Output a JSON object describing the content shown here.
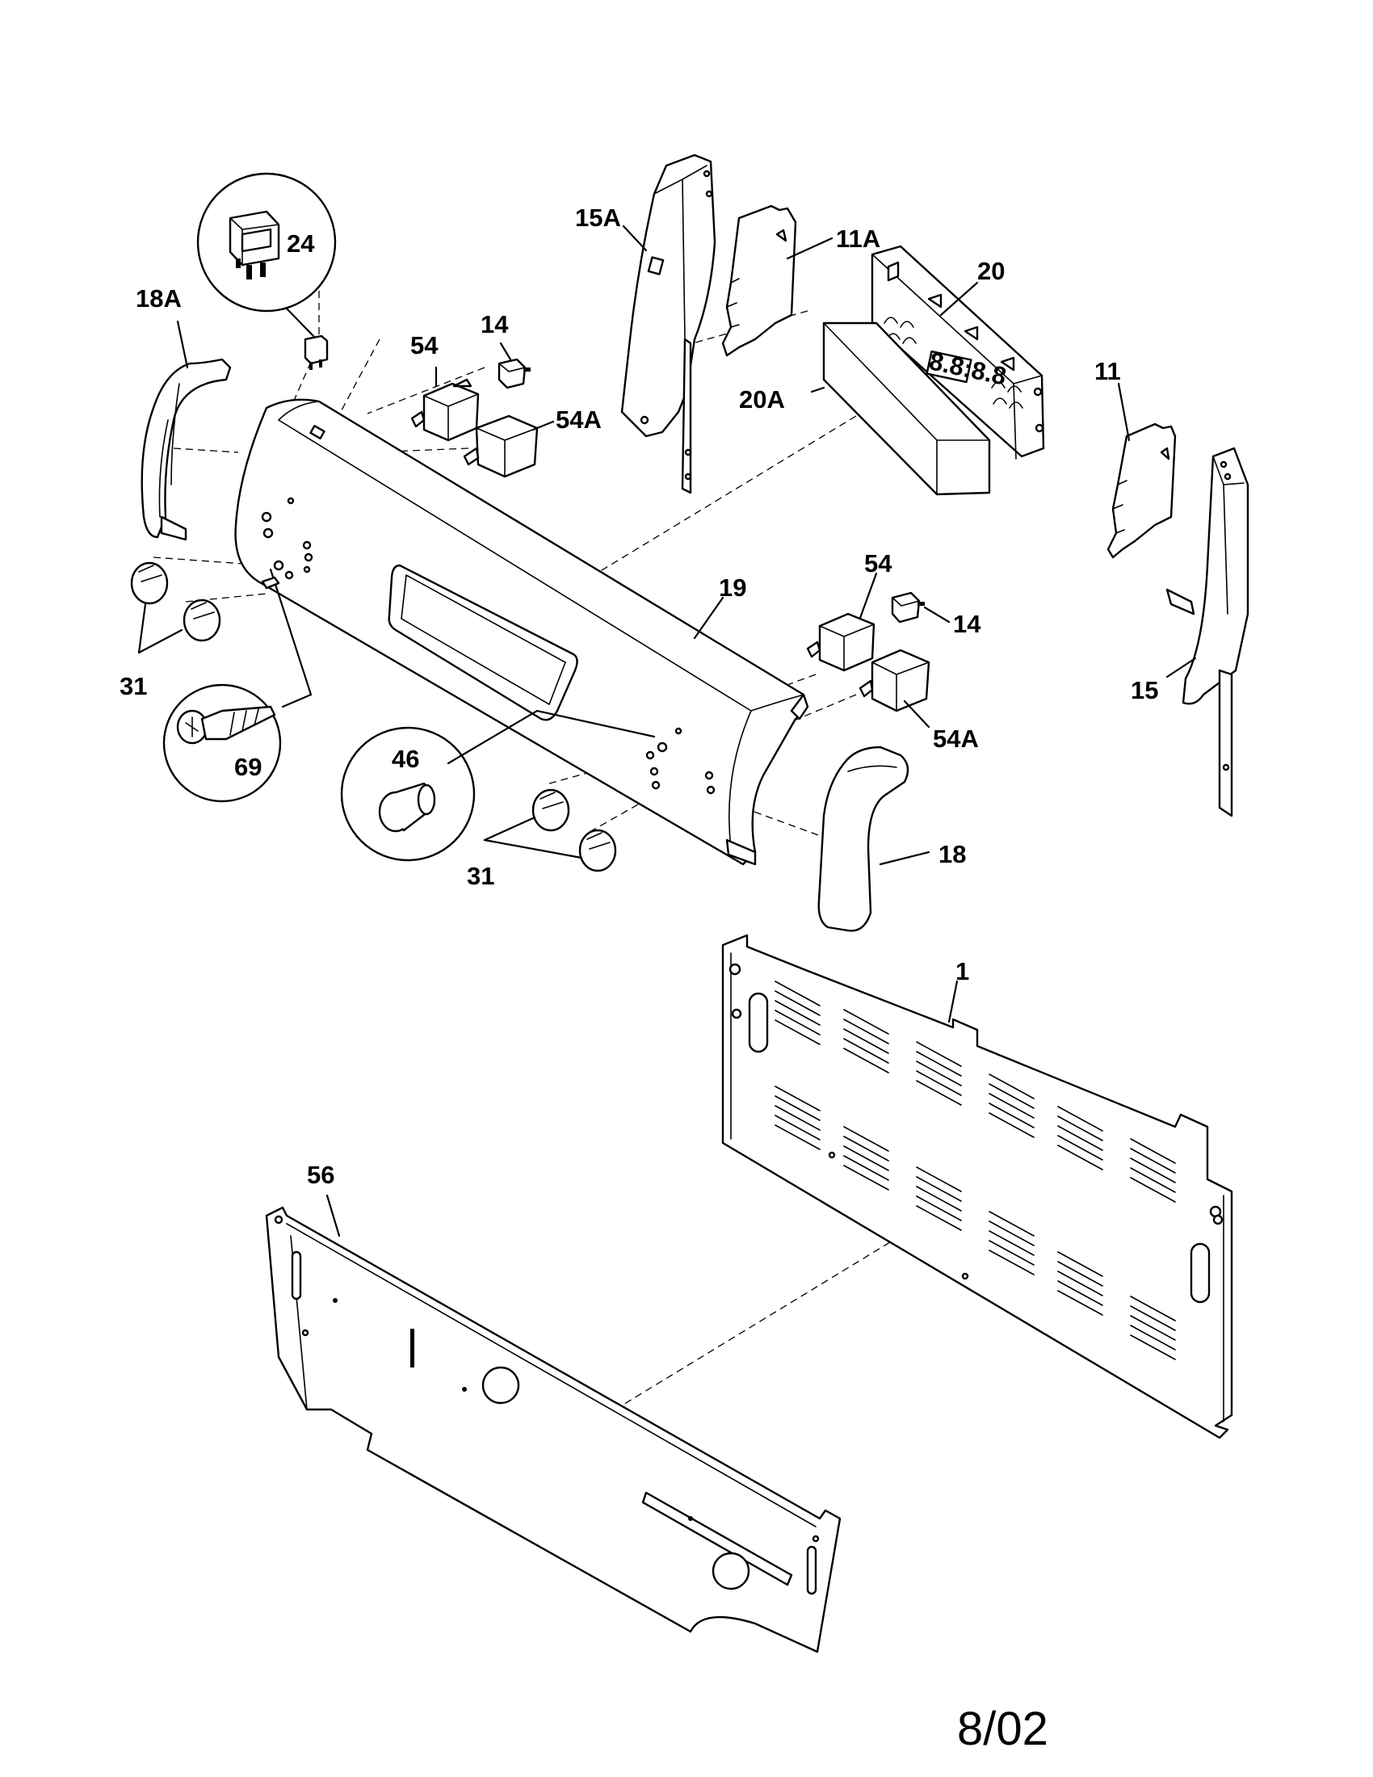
{
  "diagram": {
    "labels": {
      "p1": "1",
      "p11": "11",
      "p11a": "11A",
      "p14_top": "14",
      "p14_right": "14",
      "p15": "15",
      "p15a": "15A",
      "p18": "18",
      "p18a": "18A",
      "p19": "19",
      "p20": "20",
      "p20a": "20A",
      "p24": "24",
      "p31_left": "31",
      "p31_bottom": "31",
      "p46": "46",
      "p54_top": "54",
      "p54_right": "54",
      "p54a_top": "54A",
      "p54a_right": "54A",
      "p56": "56",
      "p69": "69"
    },
    "display_digits": "8.8:8.8",
    "date_code": "8/02"
  }
}
